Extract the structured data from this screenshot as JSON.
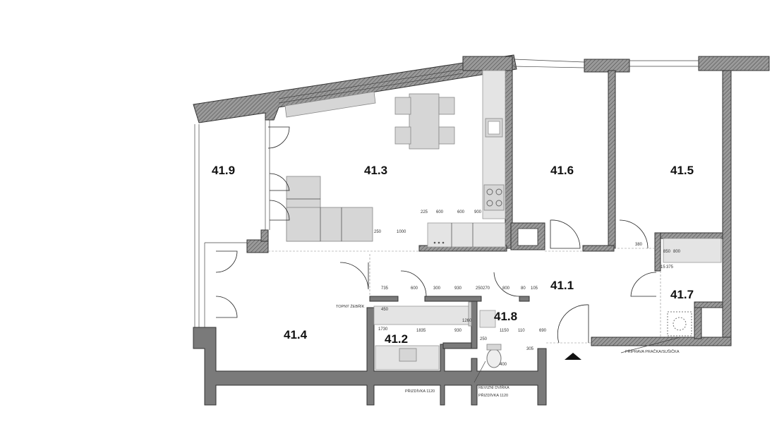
{
  "rooms": {
    "r41_9": "41.9",
    "r41_3": "41.3",
    "r41_6": "41.6",
    "r41_5": "41.5",
    "r41_1": "41.1",
    "r41_7": "41.7",
    "r41_8": "41.8",
    "r41_4": "41.4",
    "r41_2": "41.2"
  },
  "dimensions": {
    "d225": "225",
    "d600a": "600",
    "d600b": "600",
    "d900a": "900",
    "d250": "250",
    "d1000": "1000",
    "d735": "735",
    "d600c": "600",
    "d300": "300",
    "d930a": "930",
    "d250b": "250",
    "d270": "270",
    "d800": "800",
    "d80": "80",
    "d105": "105",
    "d450": "450",
    "d1730": "1730",
    "d1835": "1835",
    "d930b": "930",
    "d1260": "1260",
    "d1150": "1150",
    "d110": "110",
    "d690": "690",
    "d250c": "250",
    "d305": "305",
    "d400": "400",
    "d380": "380",
    "d850": "850",
    "d800b": "800",
    "d15": "15",
    "d375": "375"
  },
  "notes": {
    "topny_zebrik": "TOPNÝ ŽEBŘÍK",
    "pripravaA": "PŘÍPRAVA PRAČKA/SUŠIČKA",
    "prizdivka1": "PŘIZDÍVKA 1120",
    "revizni": "REVIZNÍ DVÍŘKA",
    "prizdivka2": "PŘIZDÍVKA 1120"
  }
}
